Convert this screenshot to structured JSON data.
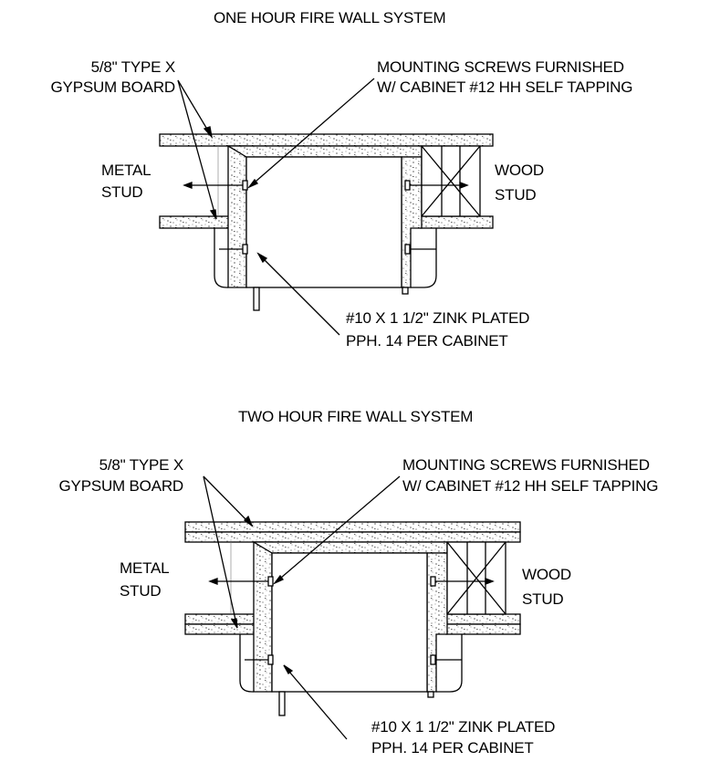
{
  "systems": [
    {
      "title": "ONE HOUR FIRE WALL SYSTEM",
      "gypsum_line1": "5/8\" TYPE X",
      "gypsum_line2": "GYPSUM BOARD",
      "mounting_line1": "MOUNTING SCREWS FURNISHED",
      "mounting_line2": "W/ CABINET #12 HH SELF TAPPING",
      "metal_line1": "METAL",
      "metal_line2": "STUD",
      "wood_line1": "WOOD",
      "wood_line2": "STUD",
      "screw_line1": "#10 X 1 1/2\" ZINK PLATED",
      "screw_line2": "PPH. 14 PER CABINET"
    },
    {
      "title": "TWO HOUR FIRE WALL SYSTEM",
      "gypsum_line1": "5/8\" TYPE X",
      "gypsum_line2": "GYPSUM BOARD",
      "mounting_line1": "MOUNTING SCREWS FURNISHED",
      "mounting_line2": "W/ CABINET #12 HH SELF TAPPING",
      "metal_line1": "METAL",
      "metal_line2": "STUD",
      "wood_line1": "WOOD",
      "wood_line2": "STUD",
      "screw_line1": "#10 X 1 1/2\" ZINK PLATED",
      "screw_line2": "PPH. 14 PER CABINET"
    }
  ]
}
